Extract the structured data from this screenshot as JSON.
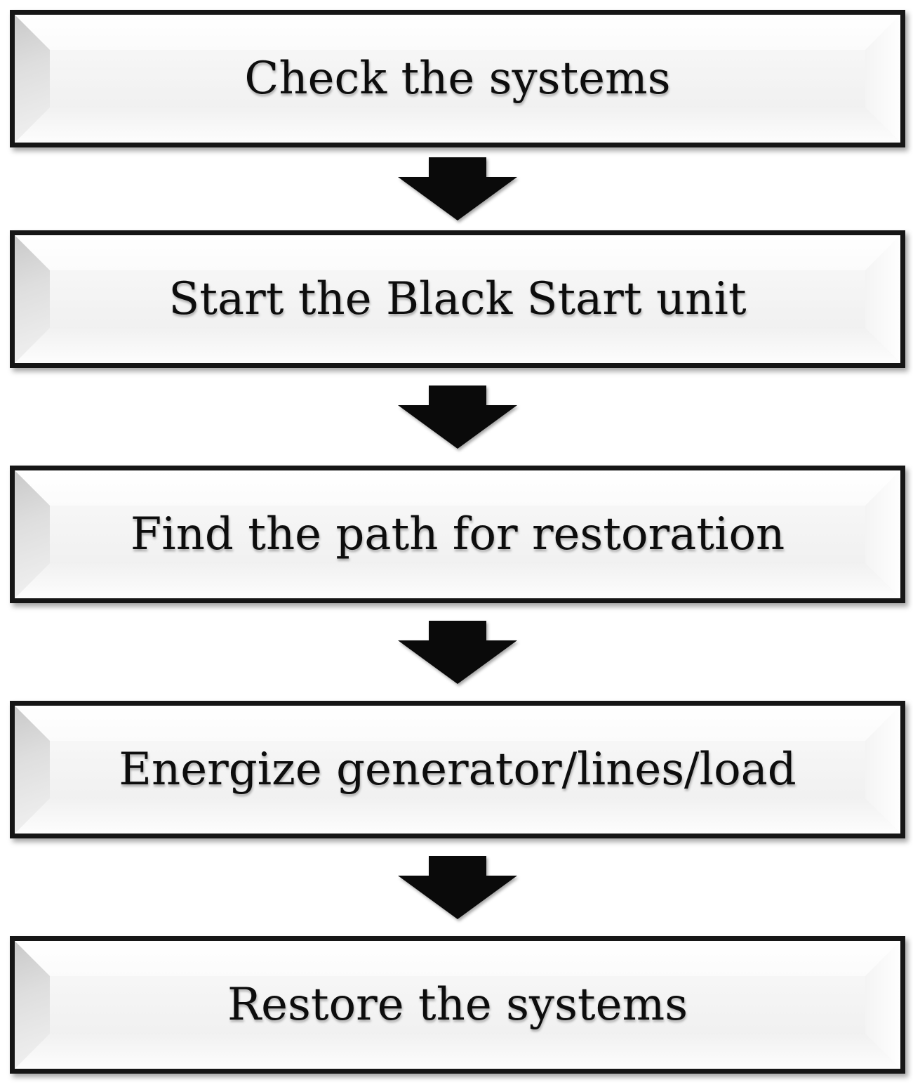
{
  "flowchart": {
    "steps": [
      {
        "id": "check-the-systems",
        "label": "Check the systems"
      },
      {
        "id": "start-the-black-start-unit",
        "label": "Start the Black Start unit"
      },
      {
        "id": "find-the-path-for-restoration",
        "label": "Find the path for restoration"
      },
      {
        "id": "energize-generator-lines-load",
        "label": "Energize generator/lines/load"
      },
      {
        "id": "restore-the-systems",
        "label": "Restore the systems"
      }
    ],
    "connector_icon": "down-arrow-icon",
    "colors": {
      "box_border": "#161616",
      "box_fill_top": "#fafafa",
      "box_fill_bottom": "#ededed",
      "arrow": "#0a0a0a",
      "text": "#0d0d0d",
      "background": "#ffffff"
    }
  }
}
